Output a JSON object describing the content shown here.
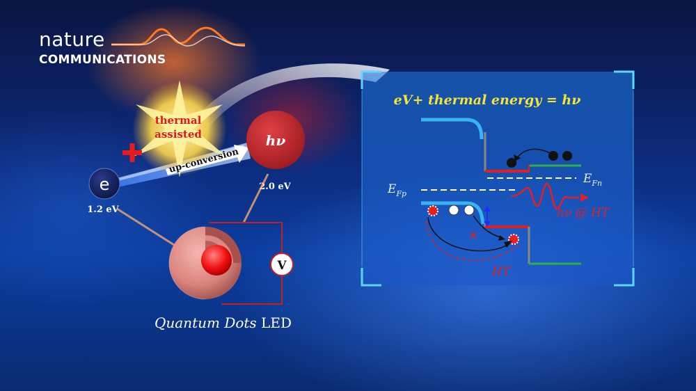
{
  "logo": {
    "line1": "nature",
    "line2": "COMMUNICATIONS"
  },
  "left": {
    "thermal_line1": "thermal",
    "thermal_line2": "assisted",
    "upconversion": "up-conversion",
    "photon_symbol": "hν",
    "electron_symbol": "e",
    "electron_energy": "1.2 eV",
    "photon_energy": "2.0 eV",
    "voltmeter": "V",
    "caption_italic": "Quantum Dots",
    "caption_rest": " LED"
  },
  "panel": {
    "equation": "eV+ thermal energy = hν",
    "efp_main": "E",
    "efp_sub": "Fp",
    "efn_main": "E",
    "efn_sub": "Fn",
    "emission": "hν @ HT",
    "ht": "HT"
  },
  "colors": {
    "equation_yellow": "#f2e43a",
    "emission_red": "#e0202a",
    "band_cyan": "#39b4f0",
    "band_red": "#e02020",
    "band_green": "#2db04a",
    "photon_red": "#c8262c",
    "panel_frame": "#5fd6ff"
  }
}
